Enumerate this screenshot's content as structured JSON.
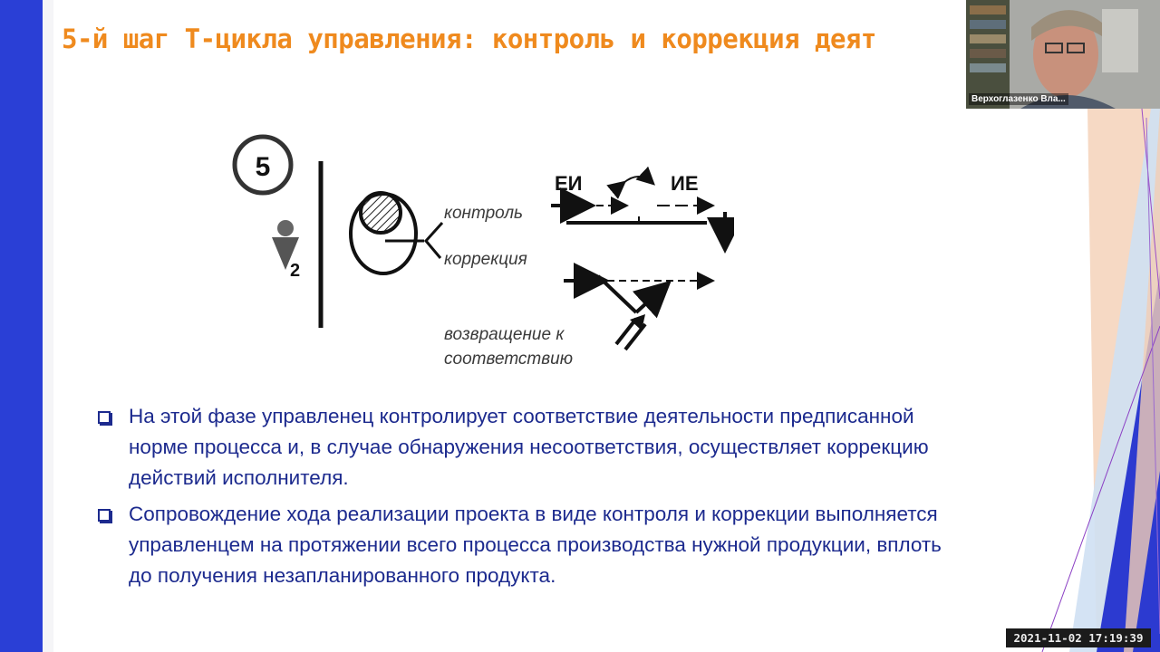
{
  "slide": {
    "title": "5-й шаг Т-цикла управления: контроль и коррекция деят",
    "diagram": {
      "step_number": "5",
      "subscript": "2",
      "label_control": "контроль",
      "label_correction": "коррекция",
      "label_return_1": "возвращение к",
      "label_return_2": "соответствию",
      "label_ei": "ЕИ",
      "label_ie": "ИЕ"
    },
    "bullets": [
      {
        "line1": "На этой фазе управленец контролирует соответствие деятельности предписанной",
        "line2": "норме процесса и, в случае обнаружения несоответствия, осуществляет коррекцию",
        "line3": "действий исполнителя."
      },
      {
        "line1": "Сопровождение хода реализации проекта в виде контроля и коррекции выполняется",
        "line2": "управленцем на протяжении всего процесса производства нужной продукции, вплоть",
        "line3": "до получения незапланированного продукта."
      }
    ]
  },
  "video": {
    "participant_name": "Верхоглазенко Вла..."
  },
  "timestamp": "2021-11-02  17:19:39",
  "colors": {
    "title": "#ef8a1e",
    "bullet_text": "#1c2a8e",
    "left_bar": "#2a3fd6"
  }
}
